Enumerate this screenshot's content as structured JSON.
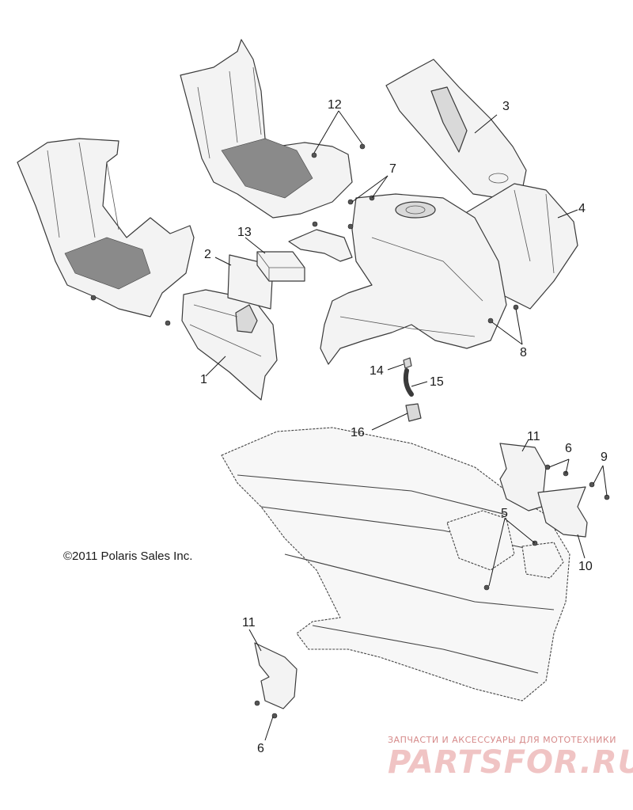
{
  "callouts": [
    {
      "label": "1"
    },
    {
      "label": "2"
    },
    {
      "label": "3"
    },
    {
      "label": "4"
    },
    {
      "label": "5"
    },
    {
      "label": "6"
    },
    {
      "label": "6"
    },
    {
      "label": "7"
    },
    {
      "label": "8"
    },
    {
      "label": "9"
    },
    {
      "label": "10"
    },
    {
      "label": "11"
    },
    {
      "label": "11"
    },
    {
      "label": "12"
    },
    {
      "label": "13"
    },
    {
      "label": "14"
    },
    {
      "label": "15"
    },
    {
      "label": "16"
    }
  ],
  "copyright": "©2011 Polaris Sales Inc.",
  "watermark": {
    "tagline": "ЗАПЧАСТИ И АКСЕССУАРЫ ДЛЯ МОТОТЕХНИКИ",
    "brand": "PARTSFOR.RU"
  },
  "colors": {
    "line": "#3a3a3a",
    "watermark": "#e8a0a0"
  }
}
